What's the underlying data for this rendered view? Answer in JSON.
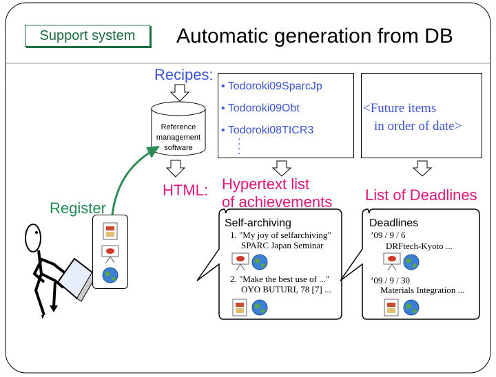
{
  "header": {
    "tag": "Support system",
    "title": "Automatic generation from DB"
  },
  "labels": {
    "recipes": "Recipes:",
    "html": "HTML:",
    "register": "Register",
    "database": [
      "Reference",
      "management",
      "software"
    ],
    "achievements": [
      "Hypertext list",
      "of achievements"
    ],
    "deadlines_heading": "List of Deadlines"
  },
  "recipes_list": {
    "items": [
      "Todoroki09SparcJp",
      "Todoroki09Obt",
      "Todoroki08TICR3"
    ],
    "ellipsis": ":"
  },
  "future_box": {
    "lines": [
      "<Future items",
      "in order of date>"
    ]
  },
  "archive_card": {
    "title": "Self-archiving",
    "entries": [
      {
        "line1": "1. \"My joy of selfarchiving\"",
        "line2": "SPARC Japan Seminar"
      },
      {
        "line1": "2. \"Make the best use of ...\"",
        "line2": "OYO BUTURI, 78 [7] ..."
      }
    ]
  },
  "deadline_card": {
    "title": "Deadlines",
    "entries": [
      {
        "date": "’09 / 9 / 6",
        "name": "DRFtech-Kyoto ..."
      },
      {
        "date": "’09 / 9 / 30",
        "name": "Materials Integration ..."
      }
    ]
  },
  "colors": {
    "blue": "#3a54d8",
    "pink": "#e0157a",
    "green": "#1f8a55",
    "arrow_green": "#2e8b57"
  },
  "icons": [
    "document-icon",
    "presentation-icon",
    "web-icon",
    "database-icon",
    "person-at-laptop-icon",
    "down-arrow-icon"
  ]
}
